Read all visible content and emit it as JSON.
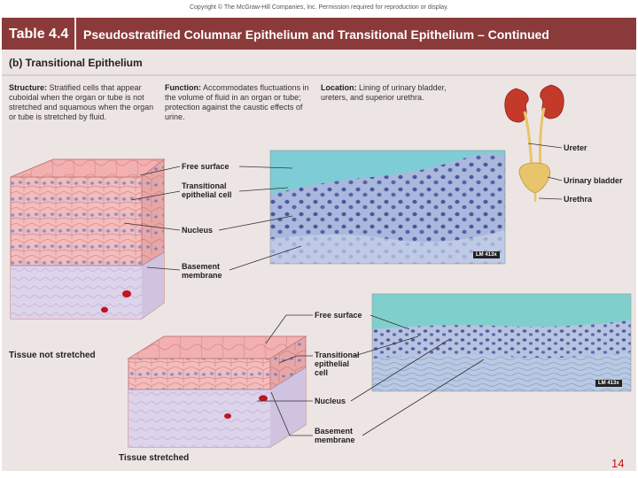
{
  "copyright": "Copyright © The McGraw-Hill Companies, Inc. Permission required for reproduction or display.",
  "title": {
    "number": "Table 4.4",
    "text": "Pseudostratified Columnar Epithelium and Transitional Epithelium – Continued"
  },
  "subtitle": "(b) Transitional Epithelium",
  "structure": {
    "heading": "Structure:",
    "text": "Stratified cells that appear cuboidal when the organ or tube is not stretched and squamous when the organ or tube is stretched by fluid."
  },
  "function": {
    "heading": "Function:",
    "text": "Accommodates fluctuations in the volume of fluid in an organ or tube; protection against the caustic effects of urine."
  },
  "location": {
    "heading": "Location:",
    "text": "Lining of urinary bladder, ureters, and superior urethra."
  },
  "upper_labels": {
    "free_surface": "Free surface",
    "transitional_cell": "Transitional\nepithelial cell",
    "nucleus": "Nucleus",
    "basement": "Basement\nmembrane"
  },
  "lower_labels": {
    "free_surface": "Free surface",
    "transitional_cell": "Transitional\nepithelial\ncell",
    "nucleus": "Nucleus",
    "basement": "Basement\nmembrane"
  },
  "organ_labels": {
    "ureter": "Ureter",
    "bladder": "Urinary bladder",
    "urethra": "Urethra"
  },
  "captions": {
    "not_stretched": "Tissue not stretched",
    "stretched": "Tissue stretched"
  },
  "magnification": {
    "upper": "LM 413x",
    "lower": "LM 413x"
  },
  "page_number": "14",
  "colors": {
    "title_bg": "#8b3a3a",
    "panel_bg": "#ede5e3",
    "page_number": "#cc1111"
  }
}
